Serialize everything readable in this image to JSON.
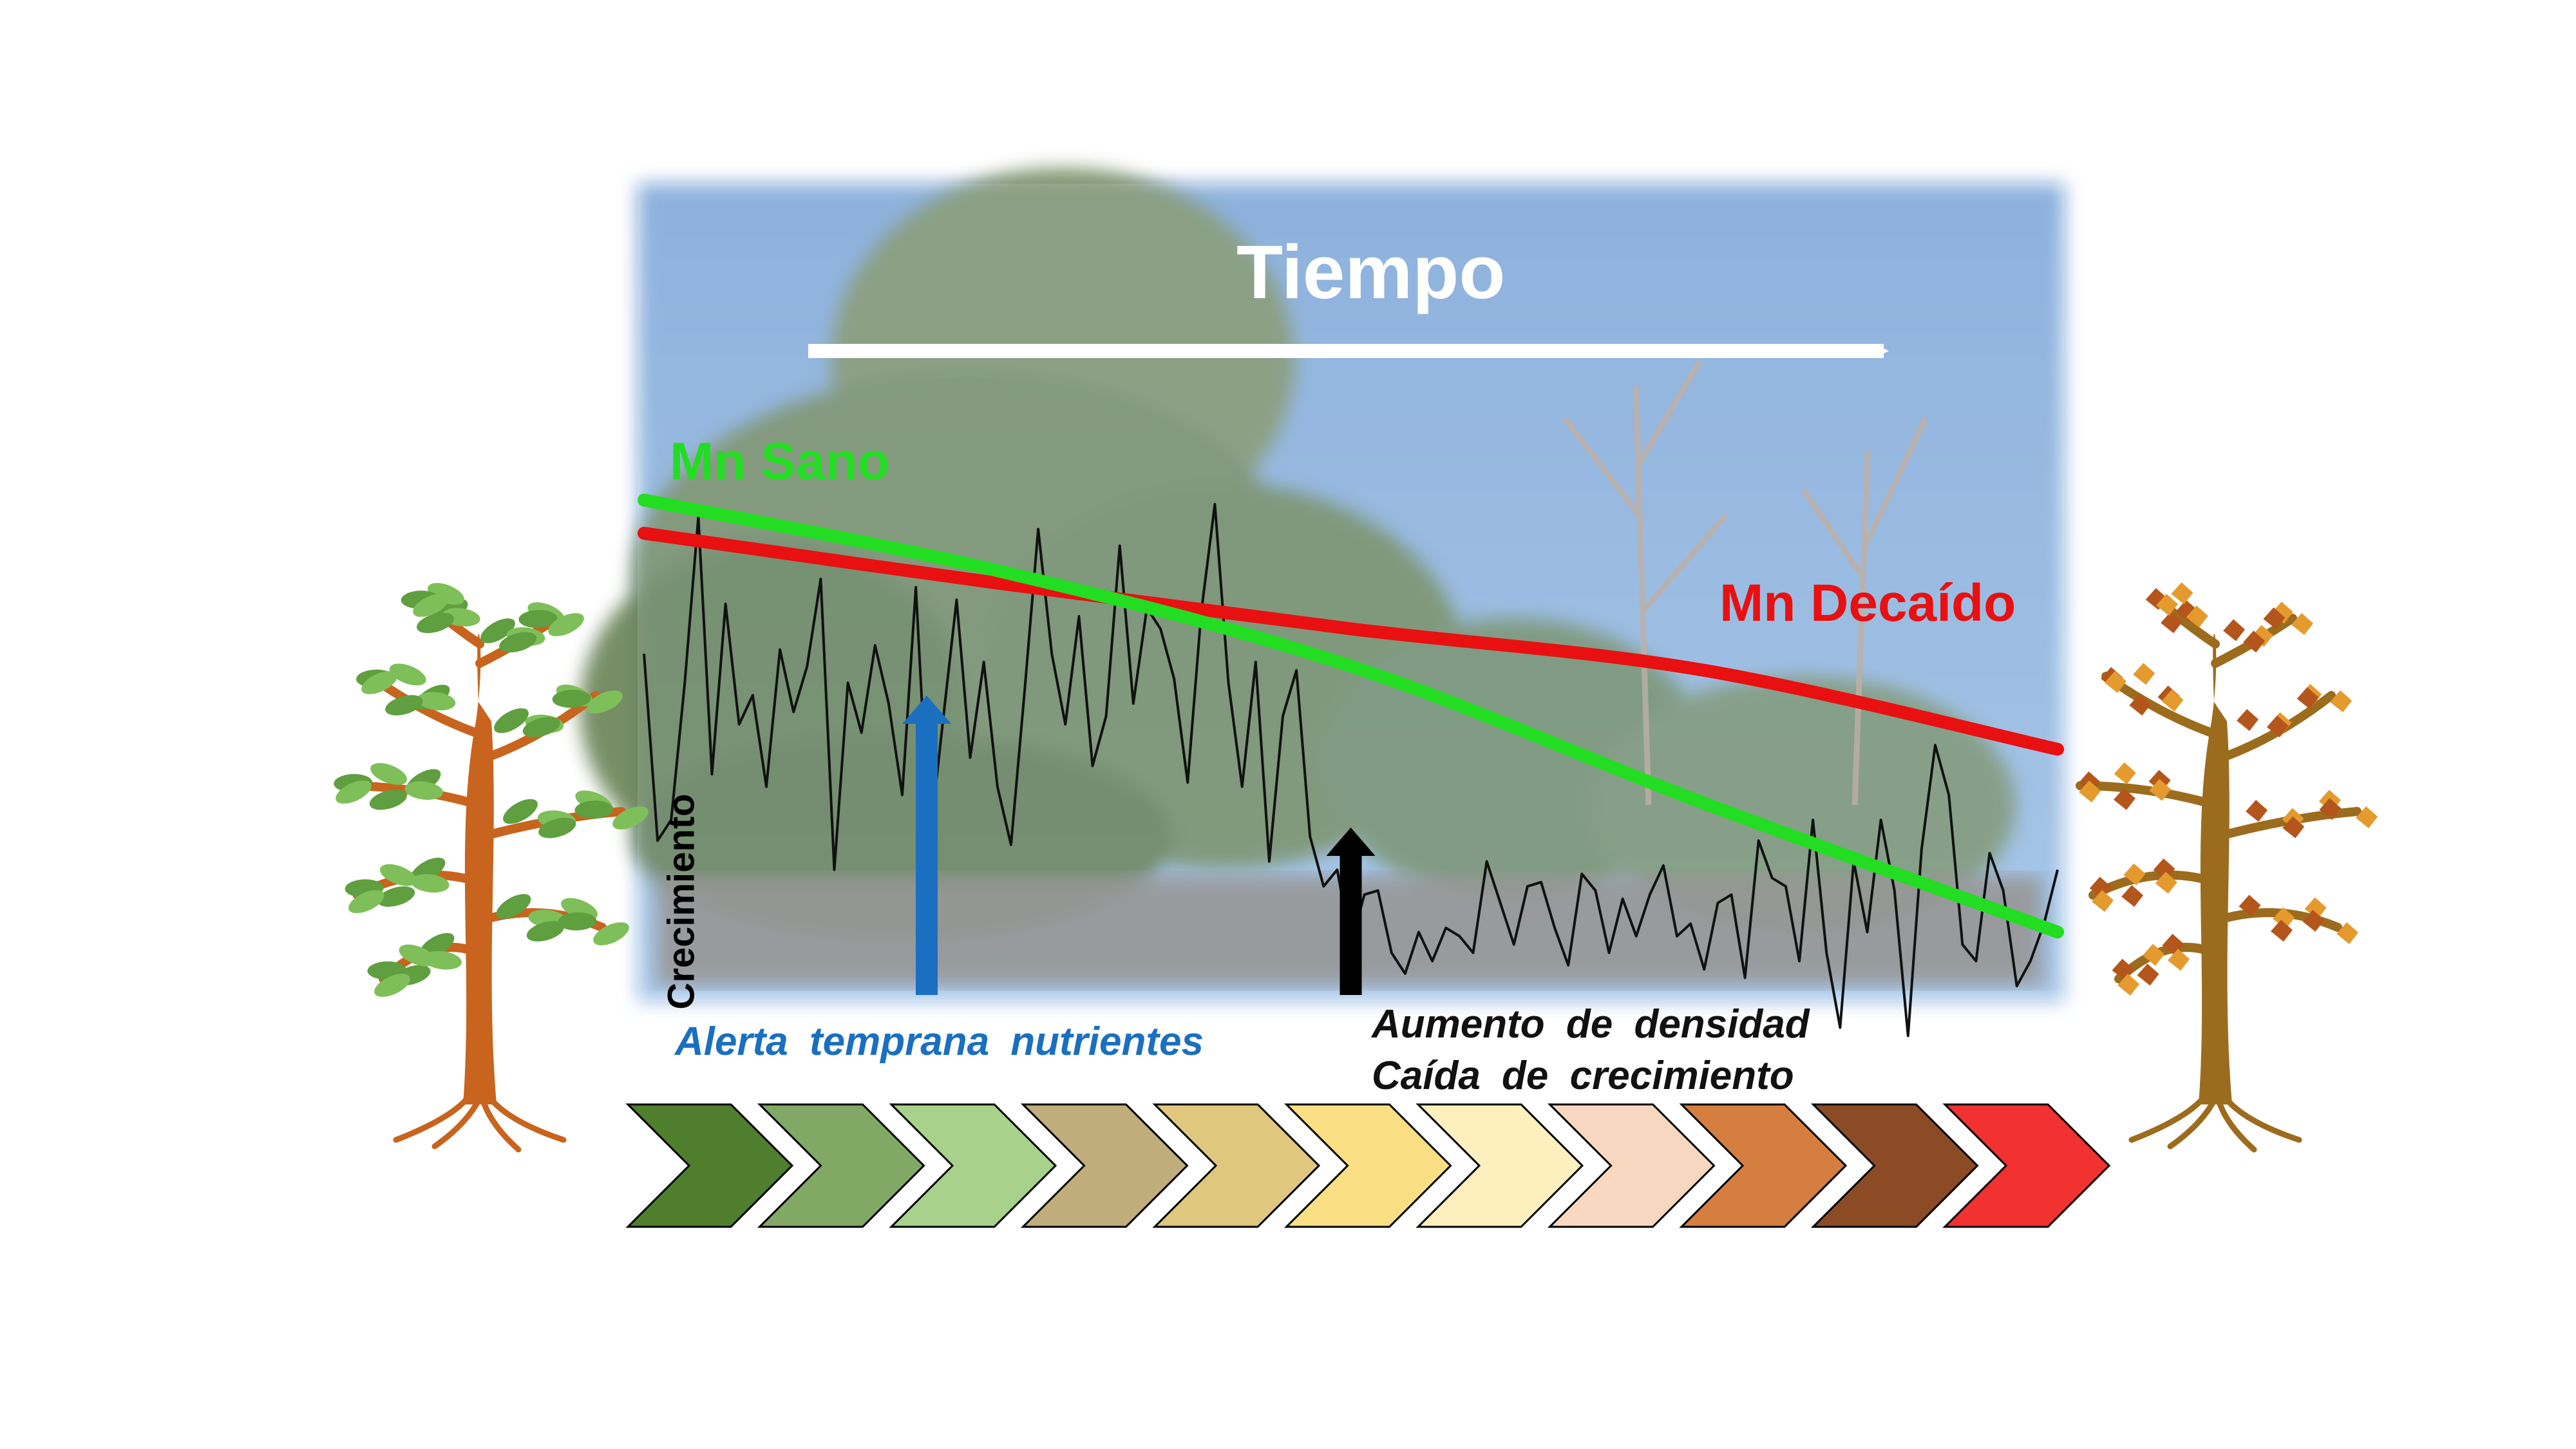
{
  "labels": {
    "time_arrow": "Tiempo",
    "healthy_line": "Mn Sano",
    "declined_line": "Mn Decaído",
    "growth_axis": "Crecimiento",
    "early_alert": "Alerta temprana nutrientes",
    "density_increase": "Aumento de densidad",
    "growth_drop": "Caída de crecimiento"
  },
  "colors": {
    "healthy": "#22dd22",
    "declined": "#e81010",
    "alert_arrow": "#1a6fc0",
    "event_arrow": "#000000",
    "time_arrow": "#ffffff"
  },
  "growth_series": [
    0.62,
    0.17,
    0.22,
    0.55,
    0.95,
    0.33,
    0.74,
    0.45,
    0.52,
    0.3,
    0.63,
    0.48,
    0.59,
    0.8,
    0.1,
    0.55,
    0.43,
    0.64,
    0.5,
    0.28,
    0.78,
    0.16,
    0.46,
    0.75,
    0.37,
    0.6,
    0.3,
    0.16,
    0.53,
    0.92,
    0.62,
    0.45,
    0.71,
    0.35,
    0.47,
    0.88,
    0.5,
    0.73,
    0.68,
    0.56,
    0.31,
    0.72,
    0.98,
    0.55,
    0.3,
    0.6,
    0.12,
    0.47,
    0.58,
    0.18,
    0.06,
    0.1,
    -0.08,
    0.04,
    0.05,
    -0.1,
    -0.15,
    -0.05,
    -0.12,
    -0.04,
    -0.06,
    -0.1,
    0.12,
    0.02,
    -0.08,
    0.06,
    0.07,
    -0.04,
    -0.13,
    0.09,
    0.05,
    -0.1,
    0.03,
    -0.06,
    0.04,
    0.11,
    -0.06,
    -0.03,
    -0.14,
    0.02,
    0.04,
    -0.16,
    0.17,
    0.08,
    0.06,
    -0.12,
    0.22,
    -0.1,
    -0.28,
    0.12,
    -0.05,
    0.22,
    0.05,
    -0.3,
    0.15,
    0.4,
    0.28,
    -0.08,
    -0.12,
    0.14,
    0.05,
    -0.18,
    -0.12,
    -0.03,
    0.1
  ],
  "healthy_trend": [
    0.99,
    0.82,
    0.59,
    0.26,
    -0.05
  ],
  "declined_trend": [
    0.91,
    0.79,
    0.68,
    0.58,
    0.39
  ],
  "alert_position": 0.2,
  "event_position": 0.5,
  "stages": [
    {
      "color": "#4f7f2d"
    },
    {
      "color": "#82a865"
    },
    {
      "color": "#a8d28b"
    },
    {
      "color": "#bfae7b"
    },
    {
      "color": "#e0c77e"
    },
    {
      "color": "#fbdf85"
    },
    {
      "color": "#fdefbe"
    },
    {
      "color": "#f8d7c0"
    },
    {
      "color": "#d47e3f"
    },
    {
      "color": "#8b4b24"
    },
    {
      "color": "#f23131"
    }
  ],
  "trees": [
    {
      "state": "healthy",
      "trunk": "#c8641e",
      "foliage": "#7fbf59",
      "foliage_dark": "#5f9f3f"
    },
    {
      "state": "declined",
      "trunk": "#9c6c1e",
      "foliage": "#e59a2e",
      "foliage_dark": "#b4561c"
    }
  ]
}
